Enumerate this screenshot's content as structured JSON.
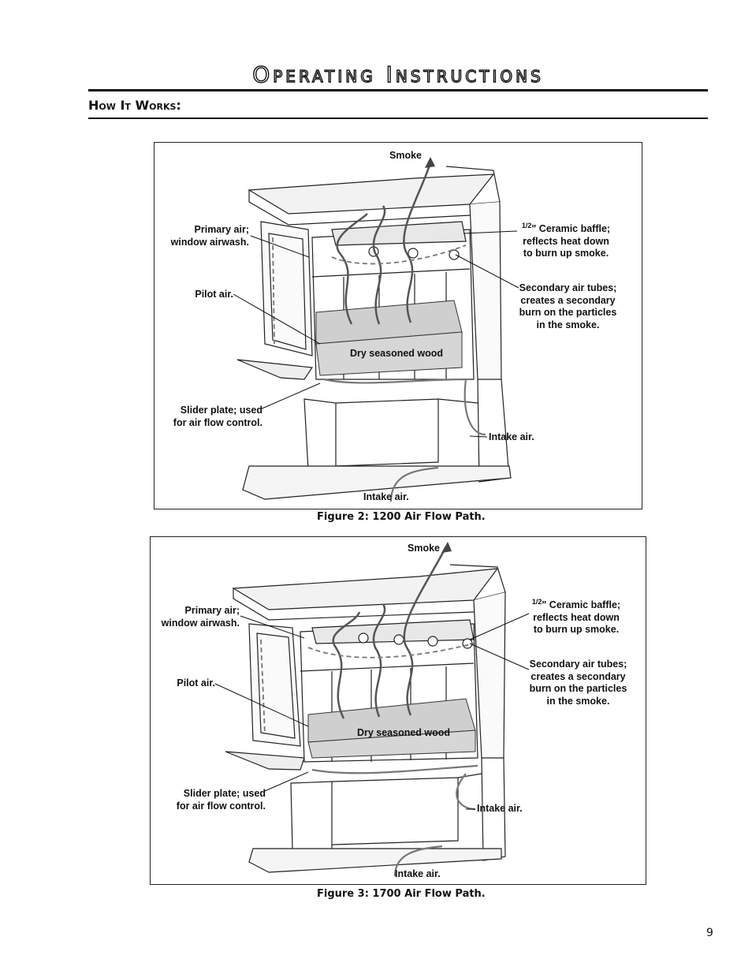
{
  "header": {
    "title": "Operating Instructions",
    "section": "How It Works:"
  },
  "figures": [
    {
      "caption": "Figure 2: 1200 Air Flow Path.",
      "labels": {
        "smoke": "Smoke",
        "primary_air": "Primary air;\nwindow airwash.",
        "baffle_fraction": "1/2",
        "baffle": "\" Ceramic baffle;\nreflects heat down\nto burn up smoke.",
        "secondary_tubes": "Secondary air tubes;\ncreates a secondary\nburn on the particles\nin the smoke.",
        "pilot_air": "Pilot air.",
        "wood": "Dry seasoned wood",
        "slider_plate": "Slider plate; used\nfor air flow control.",
        "intake_air_right": "Intake air.",
        "intake_air_bottom": "Intake air."
      }
    },
    {
      "caption": "Figure 3: 1700 Air Flow Path.",
      "labels": {
        "smoke": "Smoke",
        "primary_air": "Primary air;\nwindow airwash.",
        "baffle_fraction": "1/2",
        "baffle": "\" Ceramic baffle;\nreflects heat down\nto burn up smoke.",
        "secondary_tubes": "Secondary air tubes;\ncreates a secondary\nburn on the particles\nin the smoke.",
        "pilot_air": "Pilot air.",
        "wood": "Dry seasoned wood",
        "slider_plate": "Slider plate; used\nfor air flow control.",
        "intake_air_right": "Intake air.",
        "intake_air_bottom": "Intake air."
      }
    }
  ],
  "page_number": "9"
}
